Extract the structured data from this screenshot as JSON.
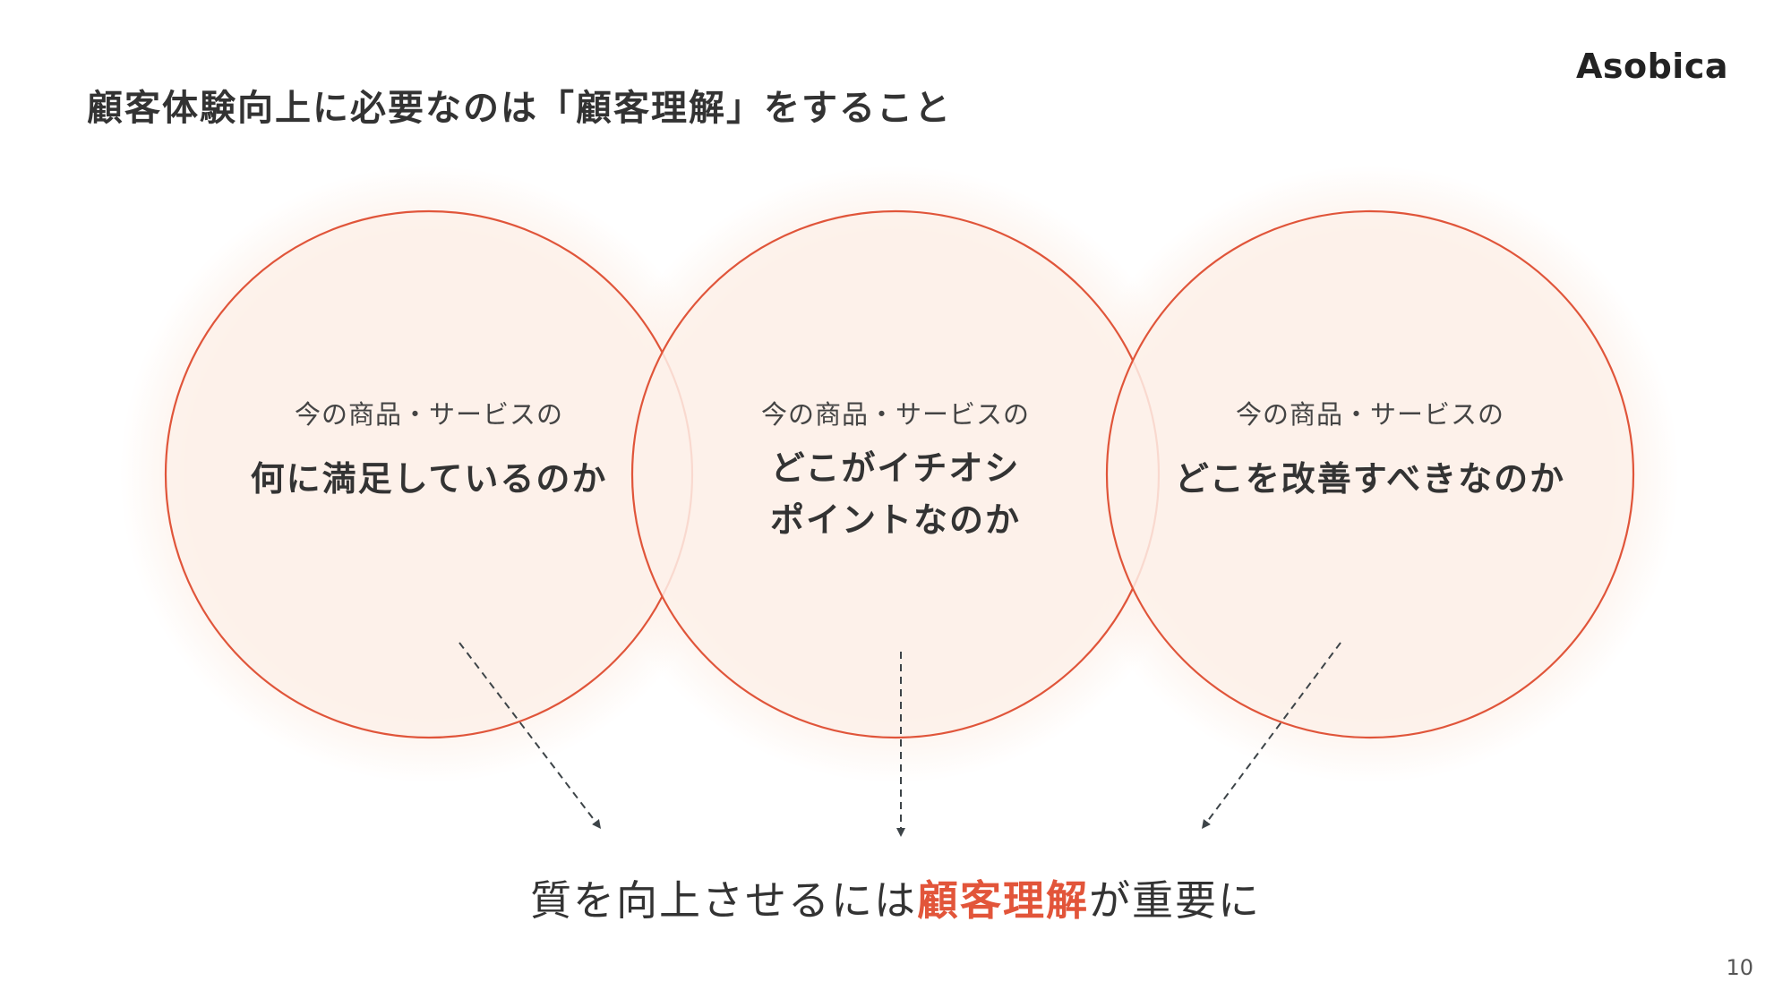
{
  "title": "顧客体験向上に必要なのは「顧客理解」をすること",
  "logo": "Asobica",
  "circles": [
    {
      "pre": "今の商品・サービスの",
      "main": "何に満足しているのか"
    },
    {
      "pre": "今の商品・サービスの",
      "main": "どこがイチオシ\nポイントなのか"
    },
    {
      "pre": "今の商品・サービスの",
      "main": "どこを改善すべきなのか"
    }
  ],
  "conclusion": {
    "before": "質を向上させるには",
    "highlight": "顧客理解",
    "after": "が重要に"
  },
  "page_number": "10",
  "colors": {
    "accent": "#e2553a",
    "circle_fill": "#fdf1ea",
    "arrow": "#3d4448"
  }
}
